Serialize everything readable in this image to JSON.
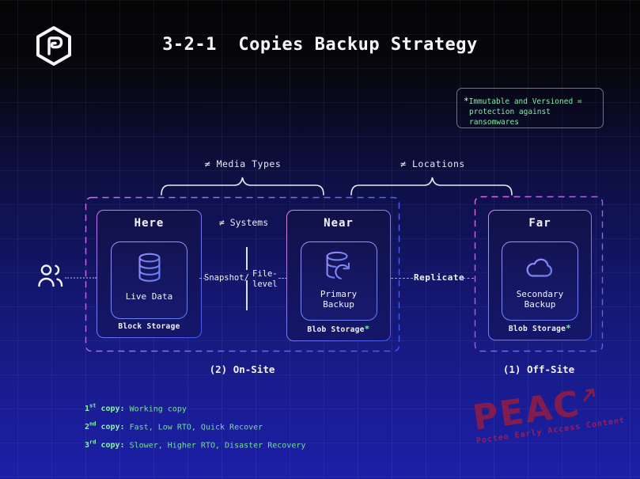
{
  "header": {
    "title": "3-2-1  Copies Backup Strategy"
  },
  "note": {
    "asterisk": "*",
    "line1": "Immutable and Versioned =",
    "line2": "protection against ransomwares"
  },
  "braces": {
    "media_types": "≠ Media Types",
    "locations": "≠ Locations",
    "systems": "≠ Systems"
  },
  "nodes": {
    "here": {
      "title": "Here",
      "item": "Live Data",
      "storage": "Block Storage",
      "storage_asterisk": ""
    },
    "near": {
      "title": "Near",
      "item_line1": "Primary",
      "item_line2": "Backup",
      "storage": "Blob Storage",
      "storage_asterisk": "*"
    },
    "far": {
      "title": "Far",
      "item_line1": "Secondary",
      "item_line2": "Backup",
      "storage": "Blob Storage",
      "storage_asterisk": "*"
    }
  },
  "connectors": {
    "snapshot": "Snapshot/",
    "file_line1": "File-",
    "file_line2": "level",
    "replicate": "Replicate"
  },
  "groups": {
    "onsite": "(2) On-Site",
    "offsite": "(1) Off-Site"
  },
  "copies": [
    {
      "ordinal": "1",
      "suffix": "st",
      "label": " copy:",
      "desc": "Working copy"
    },
    {
      "ordinal": "2",
      "suffix": "nd",
      "label": " copy:",
      "desc": "Fast, Low RTO, Quick Recover"
    },
    {
      "ordinal": "3",
      "suffix": "rd",
      "label": " copy:",
      "desc": "Slower, Higher RTO, Disaster Recovery"
    }
  ],
  "watermark": {
    "brand": "PEAC",
    "tagline": "Pocteo Early Access Content"
  },
  "colors": {
    "accent_green": "#7ce8a0",
    "accent_pink": "#d46cf2",
    "accent_blue": "#4659f0",
    "background_bottom": "#1c1fa6",
    "watermark_red": "#8a1c48",
    "text_white": "#f4f6fc"
  }
}
